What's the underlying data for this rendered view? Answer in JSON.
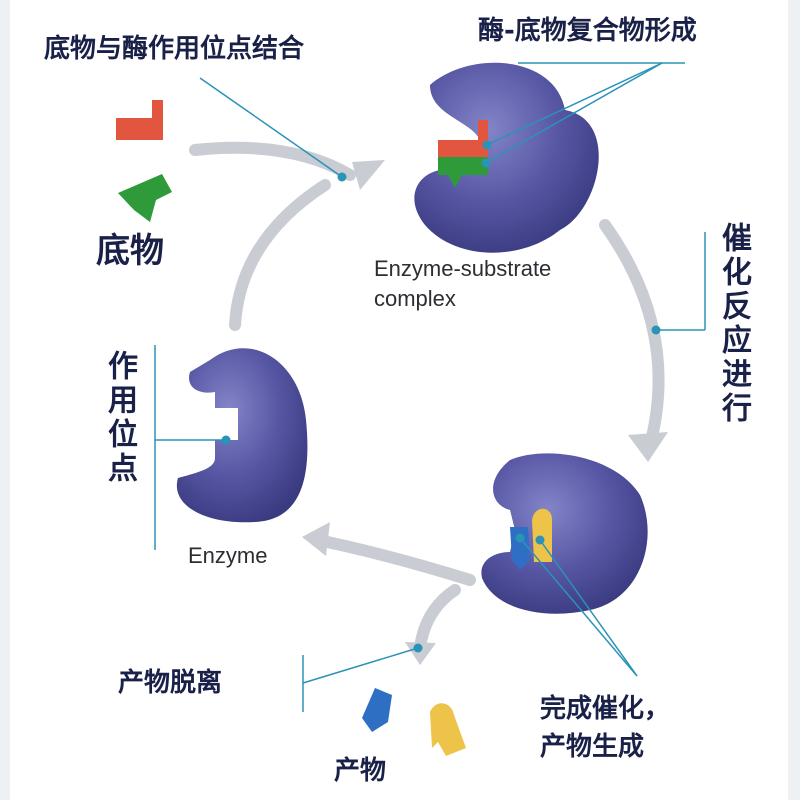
{
  "labels": {
    "substrate_binding": "底物与酶作用位点结合",
    "es_complex_formation": "酶-底物复合物形成",
    "substrate": "底物",
    "es_complex_en": "Enzyme-substrate",
    "es_complex_en_2": "complex",
    "catalysis": "催化反应进行",
    "active_site": "作用位点",
    "enzyme_en": "Enzyme",
    "catalysis_done_1": "完成催化，",
    "catalysis_done_2": "产物生成",
    "product_release": "产物脱离",
    "products": "产物"
  },
  "colors": {
    "enzyme": "#4a4a96",
    "enzyme_light": "#7070b8",
    "substrate_red": "#e2553f",
    "substrate_green": "#2e9a3a",
    "product_blue": "#2f6fc3",
    "product_yellow": "#eec34a",
    "arrow_gray": "#c9ccd2",
    "leader_line": "#2a93b8",
    "text": "#1a2148"
  }
}
